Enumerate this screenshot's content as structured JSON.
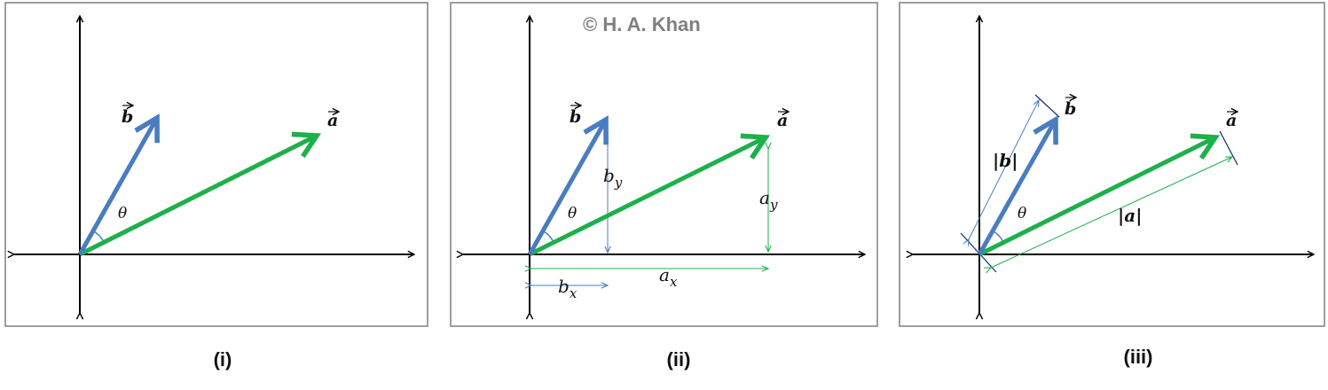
{
  "panels": [
    {
      "caption": "(i)",
      "labels": {
        "vector_b": "b",
        "vector_a": "a",
        "angle": "θ"
      }
    },
    {
      "caption": "(ii)",
      "labels": {
        "vector_b": "b",
        "vector_a": "a",
        "angle": "θ",
        "b_y": "b",
        "b_y_sub": "y",
        "a_y": "a",
        "a_y_sub": "y",
        "b_x": "b",
        "b_x_sub": "x",
        "a_x": "a",
        "a_x_sub": "x"
      }
    },
    {
      "caption": "(iii)",
      "labels": {
        "vector_b": "b",
        "vector_a": "a",
        "angle": "θ",
        "mag_b": "|b|",
        "mag_a": "|a|"
      }
    }
  ],
  "copyright": "© H. A. Khan",
  "colors": {
    "vector_a": "#1db04b",
    "vector_b": "#4a7cc0",
    "axis": "#000000",
    "frame": "#7f7f7f"
  }
}
